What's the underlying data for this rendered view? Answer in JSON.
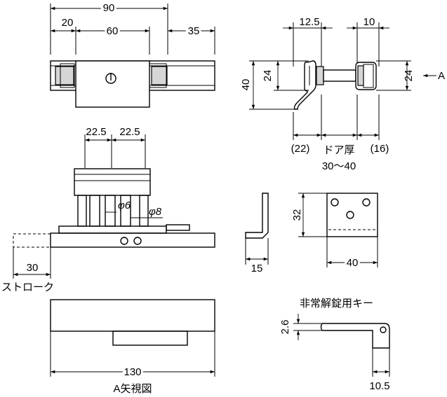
{
  "top_view": {
    "dim_total": "90",
    "dim_left": "20",
    "dim_middle": "60",
    "dim_right": "35"
  },
  "side_profile": {
    "dim_left_width": "12.5",
    "dim_right_width": "10",
    "dim_height_outer": "40",
    "dim_height_inner": "24",
    "dim_height_right": "24",
    "view_arrow_label": "A",
    "dim_bottom_left": "(22)",
    "door_label": "ドア厚",
    "door_range": "30～40",
    "dim_bottom_right": "(16)"
  },
  "front_view": {
    "dim_pitch_left": "22.5",
    "dim_pitch_right": "22.5",
    "dim_phi6": "φ6",
    "dim_phi8": "φ8",
    "dim_stroke": "30",
    "stroke_label": "ストローク"
  },
  "strike": {
    "dim_side_width": "15",
    "dim_plate_height": "32",
    "dim_plate_width": "40"
  },
  "emergency_key": {
    "title": "非常解錠用キー",
    "dim_thickness": "2.6",
    "dim_tab_width": "10.5"
  },
  "a_view": {
    "dim_width": "130",
    "caption": "A矢視図"
  }
}
